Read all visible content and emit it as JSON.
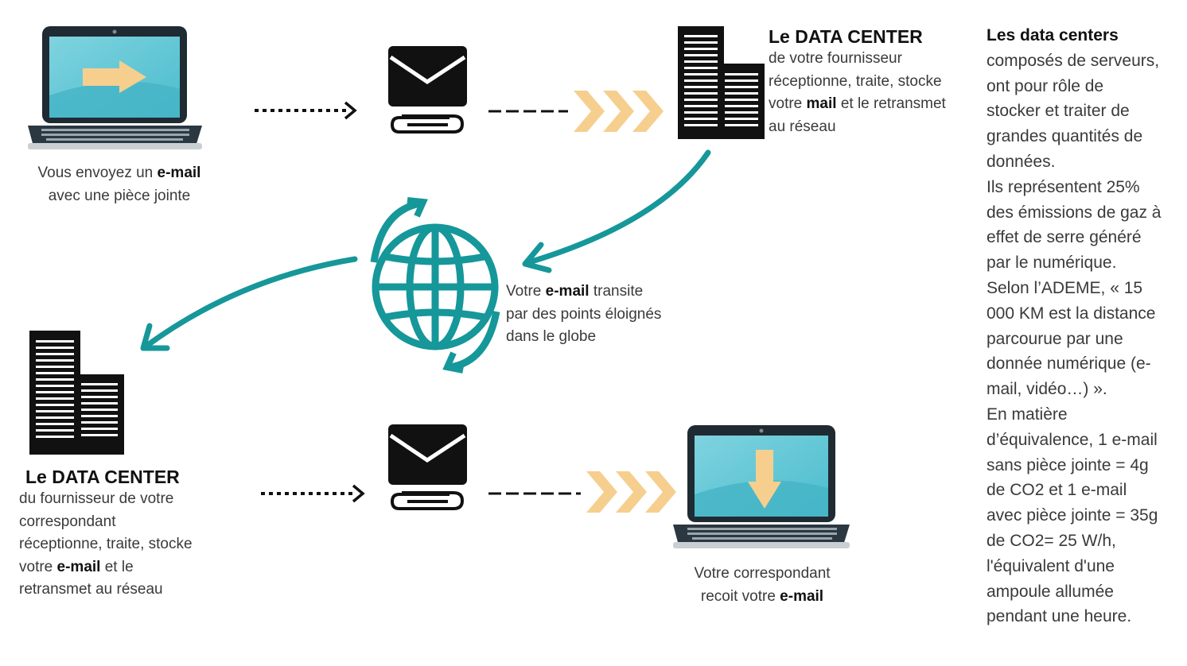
{
  "step1": {
    "line1": "Vous envoyez un ",
    "line1_bold": "e-mail",
    "line2": "avec une pièce jointe"
  },
  "datacenter1": {
    "title": "Le DATA CENTER",
    "line1": "de votre fournisseur",
    "line2": "réceptionne, traite, stocke",
    "line3_pre": "votre ",
    "line3_bold": "mail",
    "line3_post": " et le retransmet",
    "line4": "au réseau"
  },
  "globe": {
    "line1_pre": "Votre ",
    "line1_bold": "e-mail",
    "line1_post": " transite",
    "line2": "par des points éloignés",
    "line3": "dans le globe"
  },
  "datacenter2": {
    "title": "Le DATA CENTER",
    "line1": "du fournisseur de votre",
    "line2": "correspondant",
    "line3": "réceptionne, traite, stocke",
    "line4_pre": " votre ",
    "line4_bold": "e-mail",
    "line4_post": " et le",
    "line5": "retransmet au réseau"
  },
  "step_final": {
    "line1": "Votre correspondant",
    "line2_pre": "recoit votre ",
    "line2_bold": "e-mail"
  },
  "sidebar": {
    "title": "Les data centers",
    "lines": [
      "composés de serveurs,",
      "ont pour rôle de",
      "stocker et traiter de",
      "grandes quantités de",
      "données.",
      "Ils représentent 25%",
      "des émissions de gaz à",
      "effet de serre généré",
      "par le numérique.",
      "Selon l’ADEME, « 15",
      "000 KM est la distance",
      "parcourue par une",
      "donnée numérique (e-",
      "mail, vidéo…) ».",
      "En matière",
      "d’équivalence, 1 e-mail",
      "sans pièce jointe = 4g",
      "de CO2 et 1 e-mail",
      "avec pièce jointe = 35g",
      "de CO2= 25 W/h,",
      "l'équivalent d'une",
      "ampoule allumée",
      "pendant une heure."
    ]
  },
  "colors": {
    "teal": "#16979a",
    "chevron": "#f6cf8e",
    "screen": "#5bc4d4",
    "dark": "#111111"
  },
  "icons": [
    "laptop-send-icon",
    "envelope-attachment-icon",
    "building-icon",
    "globe-icon",
    "laptop-receive-icon"
  ]
}
